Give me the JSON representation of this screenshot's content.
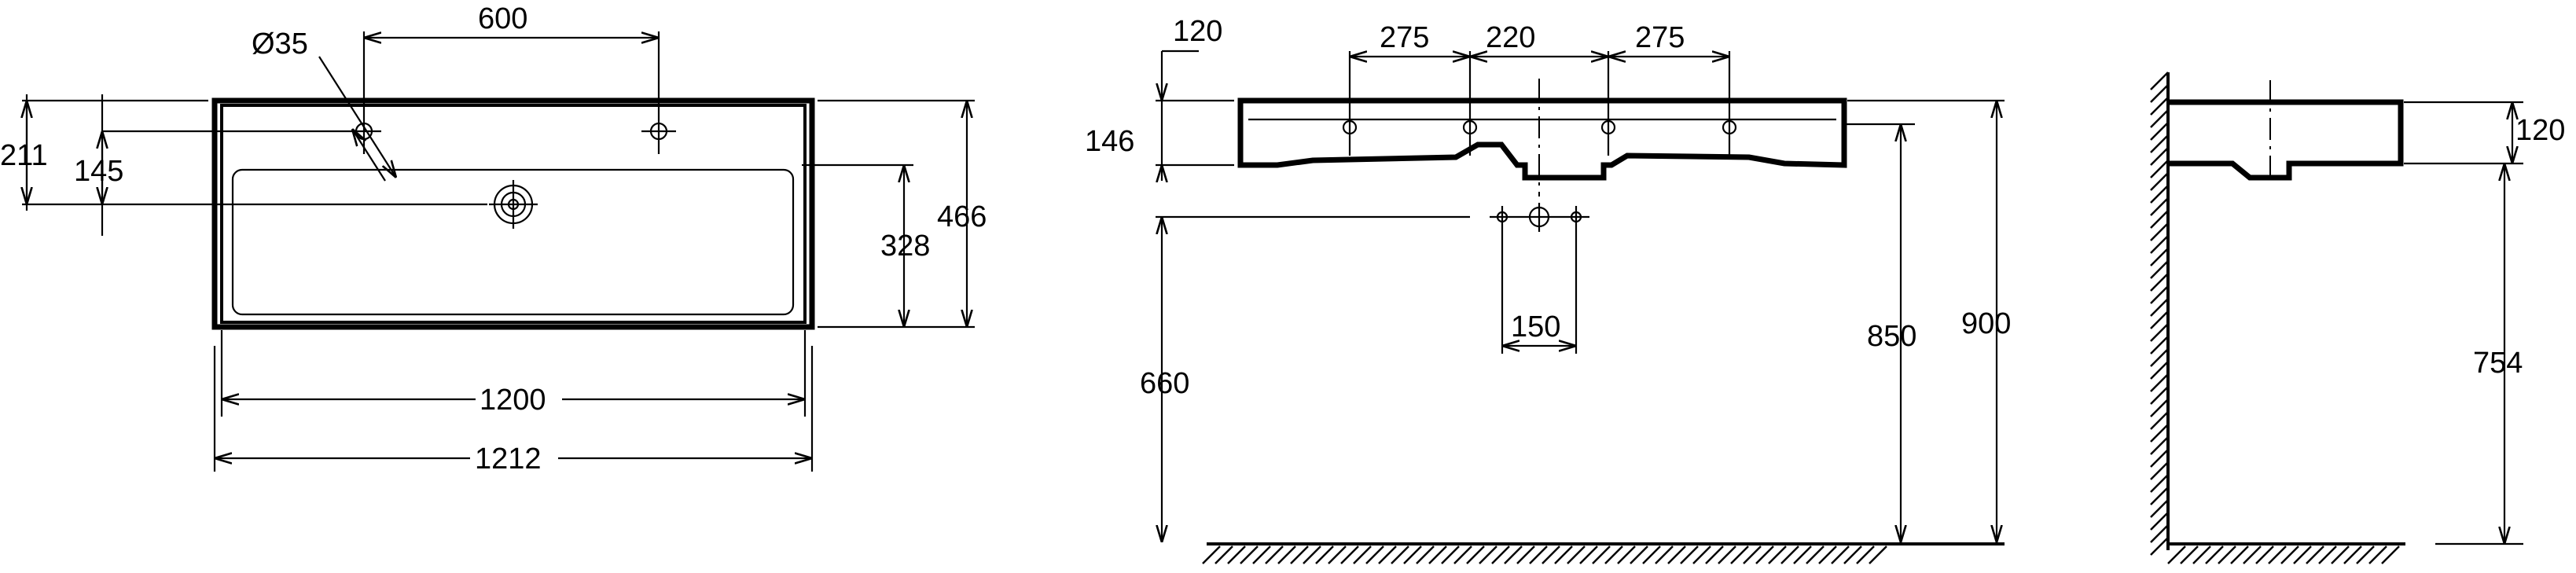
{
  "top_view": {
    "hole_diameter": "Ø35",
    "tap_spacing": "600",
    "depth_211": "211",
    "depth_145": "145",
    "bowl_depth": "328",
    "overall_depth": "466",
    "inner_width": "1200",
    "overall_width": "1212"
  },
  "front_view": {
    "offset_120": "120",
    "spacing_left": "275",
    "spacing_center": "220",
    "spacing_right": "275",
    "height_146": "146",
    "drain_spacing": "150",
    "height_660": "660",
    "height_850": "850",
    "height_900": "900"
  },
  "side_view": {
    "height_120": "120",
    "height_754": "754"
  }
}
